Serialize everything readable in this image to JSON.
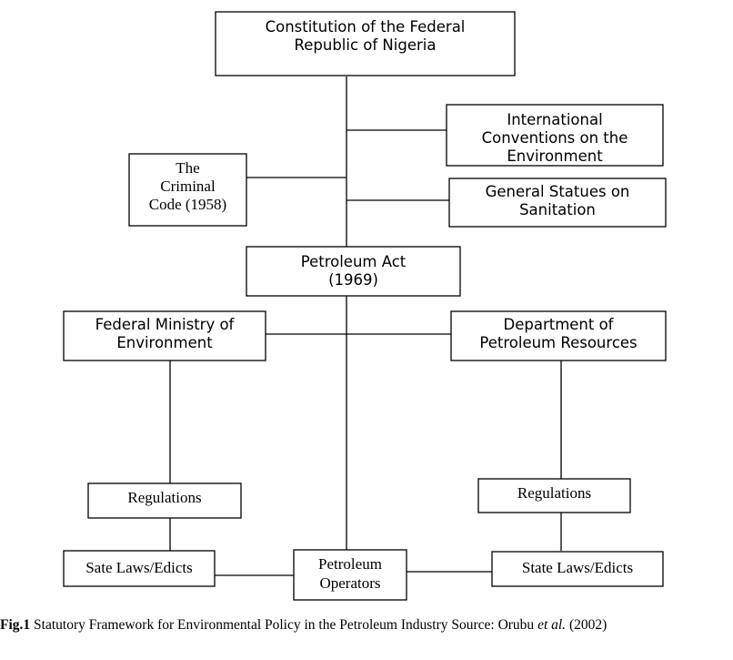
{
  "nodes": {
    "constitution": [
      "Constitution of the Federal",
      "Republic of Nigeria"
    ],
    "international": [
      "International",
      "Conventions on the",
      "Environment"
    ],
    "criminal_code": [
      "The",
      "Criminal",
      "Code (1958)"
    ],
    "general_statutes": [
      "General Statues on",
      "Sanitation"
    ],
    "petroleum_act": [
      "Petroleum Act",
      "(1969)"
    ],
    "fed_ministry": [
      "Federal Ministry of",
      "Environment"
    ],
    "dpr": [
      "Department of",
      "Petroleum Resources"
    ],
    "regulations_left": [
      "Regulations"
    ],
    "regulations_right": [
      "Regulations"
    ],
    "state_laws_left": [
      "Sate Laws/Edicts"
    ],
    "petroleum_operators": [
      "Petroleum",
      "Operators"
    ],
    "state_laws_right": [
      "State Laws/Edicts"
    ]
  },
  "caption": {
    "label": "Fig.1",
    "text": " Statutory Framework for Environmental Policy in the Petroleum Industry Source:  Orubu ",
    "etal": "et al.",
    "year": " (2002)"
  }
}
